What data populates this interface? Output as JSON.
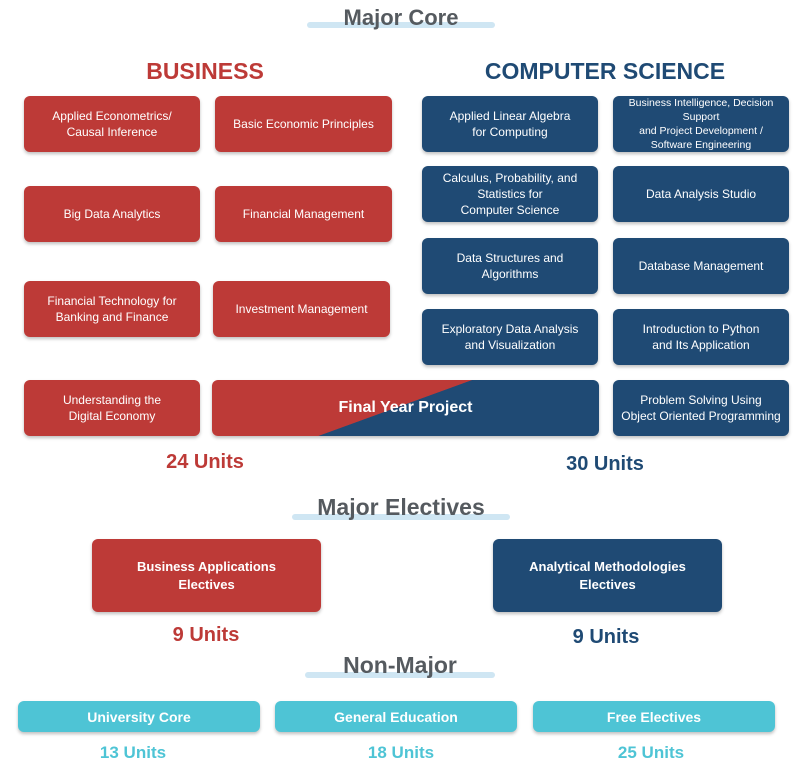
{
  "major_core": {
    "title": "Major Core",
    "business": {
      "heading": "BUSINESS",
      "courses": [
        "Applied Econometrics/\nCausal Inference",
        "Basic Economic Principles",
        "Big Data Analytics",
        "Financial Management",
        "Financial Technology for\nBanking and Finance",
        "Investment Management",
        "Understanding the\nDigital Economy"
      ],
      "units": "24 Units"
    },
    "computer_science": {
      "heading": "COMPUTER SCIENCE",
      "courses": [
        "Applied Linear Algebra\nfor Computing",
        "Business Intelligence, Decision Support\nand Project Development /\nSoftware Engineering",
        "Calculus, Probability, and\nStatistics for\nComputer Science",
        "Data Analysis Studio",
        "Data Structures and Algorithms",
        "Database Management",
        "Exploratory Data Analysis\nand Visualization",
        "Introduction to Python\nand Its Application",
        "Problem Solving Using\nObject Oriented Programming"
      ],
      "units": "30 Units"
    },
    "shared": "Final Year Project"
  },
  "major_electives": {
    "title": "Major Electives",
    "business": {
      "label": "Business Applications\nElectives",
      "units": "9 Units"
    },
    "computer_science": {
      "label": "Analytical Methodologies\nElectives",
      "units": "9 Units"
    }
  },
  "non_major": {
    "title": "Non-Major",
    "items": [
      {
        "label": "University Core",
        "units": "13 Units"
      },
      {
        "label": "General Education",
        "units": "18 Units"
      },
      {
        "label": "Free Electives",
        "units": "25 Units"
      }
    ]
  },
  "colors": {
    "business": "#bd3a37",
    "computer_science": "#1f4a74",
    "non_major": "#4ec4d5",
    "title_bar": "#cfe6f3"
  }
}
